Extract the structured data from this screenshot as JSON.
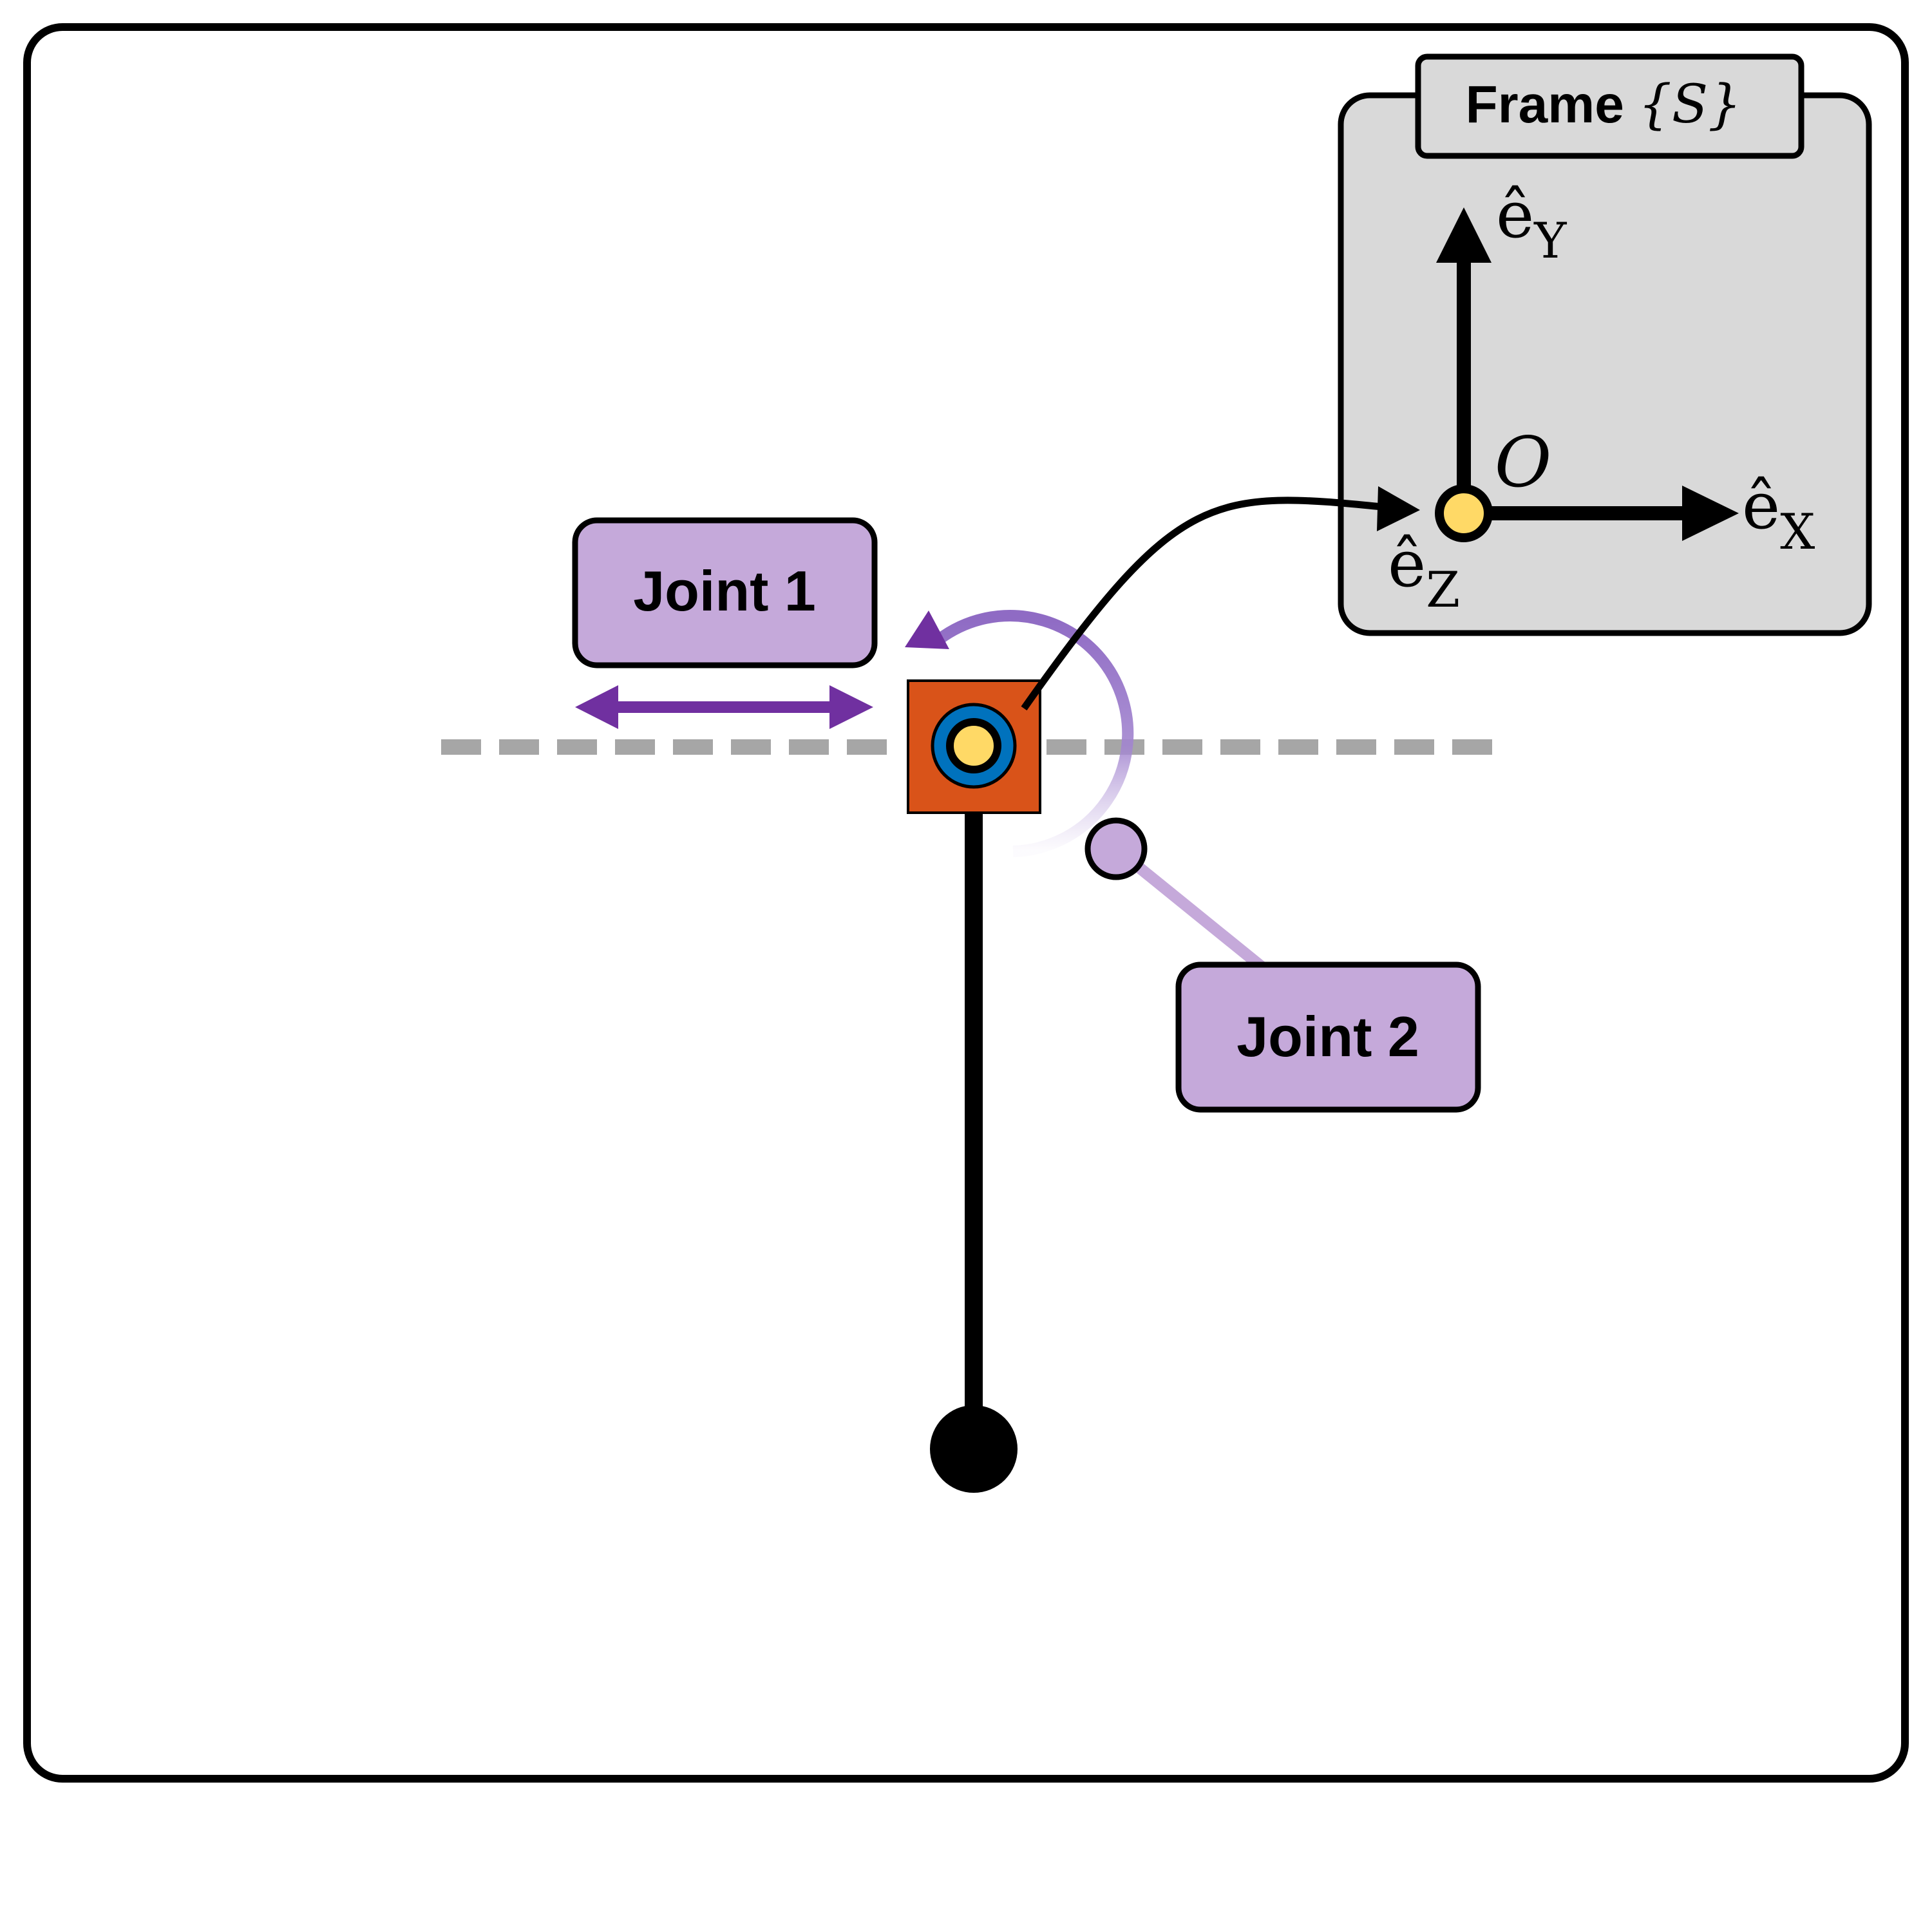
{
  "labels": {
    "joint1": "Joint 1",
    "joint2": "Joint 2",
    "frame_title": "Frame",
    "frame_symbol": "{S}",
    "origin": "O"
  },
  "axes": {
    "x": {
      "base": "ê",
      "sub": "X"
    },
    "y": {
      "base": "ê",
      "sub": "Y"
    },
    "z": {
      "base": "ê",
      "sub": "Z"
    }
  },
  "colors": {
    "carriage": "#D95319",
    "pivot_ring": "#0072BD",
    "pivot_core": "#FFD966",
    "joint_fill": "#C5A9DA",
    "joint_arrow": "#7030A0",
    "frame_panel": "#D9D9D9",
    "rail": "#A6A6A6",
    "ink": "#000000"
  }
}
